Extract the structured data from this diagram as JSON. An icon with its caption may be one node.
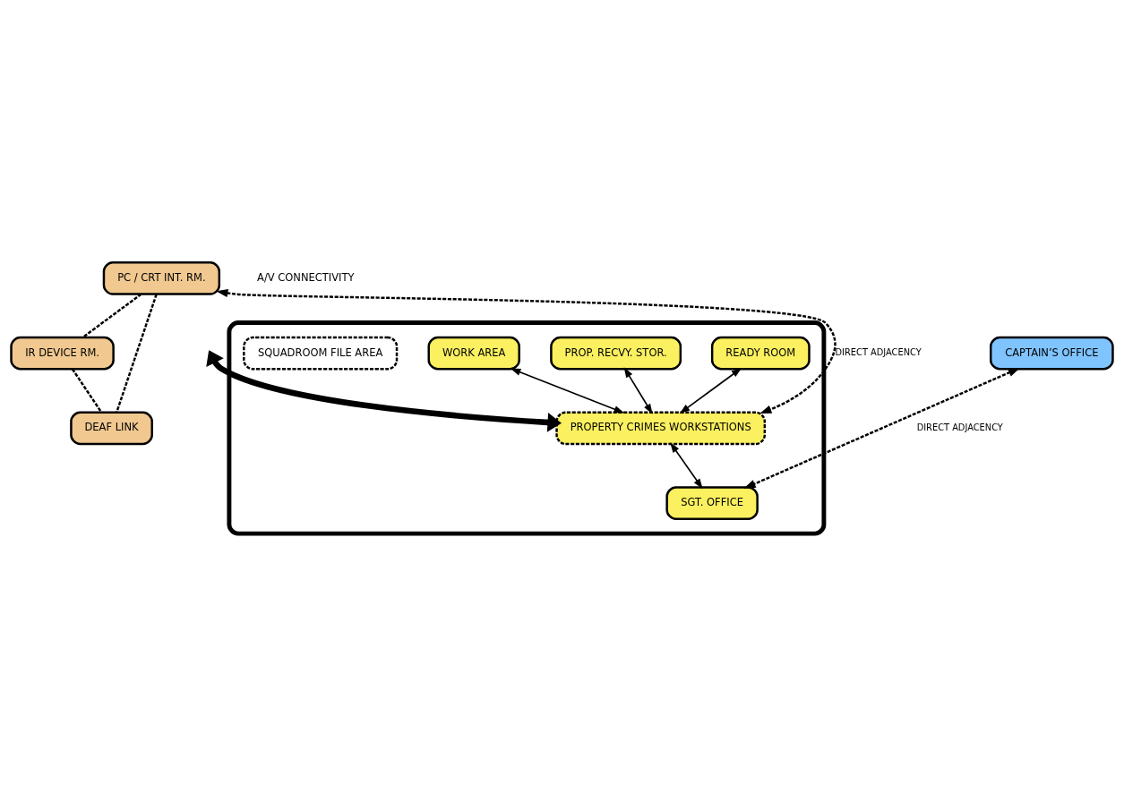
{
  "diagram": {
    "nodes": [
      {
        "text": [
          "PC / CRT INT. RM."
        ]
      },
      {
        "text": [
          "IR DEVICE RM."
        ]
      },
      {
        "text": [
          "DEAF LINK"
        ]
      },
      {
        "text": [
          "CAPTAIN’S OFFICE"
        ]
      },
      {
        "text": [],
        "shape": "box"
      },
      {
        "text": [
          "READY ROOM"
        ],
        "in": 4
      },
      {
        "text": [
          "PROP. RECVY. STOR."
        ],
        "in": 4
      },
      {
        "text": [
          "WORK AREA"
        ],
        "in": 4
      },
      {
        "text": [
          "PROPERTY CRIMES WORKSTATIONS"
        ],
        "in": 4
      },
      {
        "text": [
          "SGT. OFFICE"
        ],
        "in": 4
      },
      {
        "text": [
          "SQUADROOM FILE AREA"
        ],
        "in": 4
      }
    ],
    "edges": [
      {
        "from": 0,
        "to": 1,
        "arrow": "none",
        "style": "dashed"
      },
      {
        "from": 0,
        "to": 2,
        "arrow": "none",
        "style": "dashed"
      },
      {
        "from": 1,
        "to": 2,
        "arrow": "none",
        "style": "dashed"
      },
      {
        "from": 0,
        "to": 8,
        "arrow": "both",
        "style": "dashed",
        "label": "DIRECT ADJACENCY"
      },
      {
        "from": 3,
        "to": 9,
        "arrow": "both",
        "style": "dashed",
        "label": "DIRECT ADJACENCY"
      },
      {
        "from": 5,
        "to": 8,
        "arrow": "both"
      },
      {
        "from": 6,
        "to": 8,
        "arrow": "both"
      },
      {
        "from": 7,
        "to": 8,
        "arrow": "both"
      },
      {
        "from": 8,
        "to": 9,
        "arrow": "both"
      },
      {
        "from": null,
        "to": 8,
        "arrow": "both",
        "style": "thick"
      }
    ],
    "labels": [
      "A/V CONNECTIVITY"
    ]
  }
}
